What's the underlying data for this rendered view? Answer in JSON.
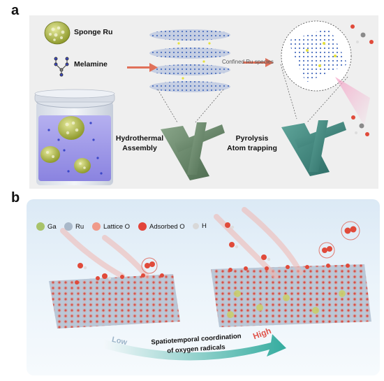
{
  "panels": {
    "a": {
      "letter": "a",
      "sponge_label": "Sponge Ru",
      "melamine_label": "Melamine",
      "confined_label": "Confined Ru species",
      "step1_line1": "Hydrothermal",
      "step1_line2": "Assembly",
      "step2_line1": "Pyrolysis",
      "step2_line2": "Atom trapping"
    },
    "b": {
      "letter": "b",
      "legend": [
        {
          "label": "Ga",
          "color": "#a8c36a"
        },
        {
          "label": "Ru",
          "color": "#a9b8c9"
        },
        {
          "label": "Lattice  O",
          "color": "#f09a8a"
        },
        {
          "label": "Adsorbed  O",
          "color": "#e2443a"
        },
        {
          "label": "H",
          "color": "#d8d8d8"
        }
      ],
      "low_label": "Low",
      "high_label": "High",
      "arrow_line1": "Spatiotemporal coordination",
      "arrow_line2": "of oxygen radicals"
    }
  }
}
